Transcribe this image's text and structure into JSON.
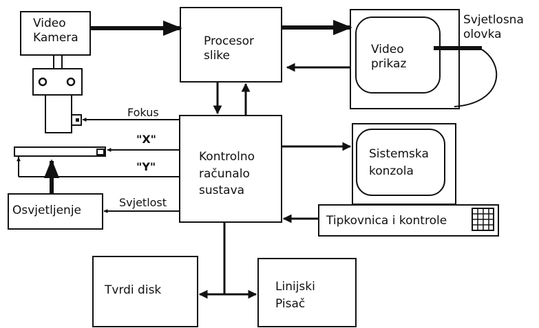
{
  "blocks": {
    "video_camera": [
      "Video",
      "Kamera"
    ],
    "image_processor": [
      "Procesor",
      "slike"
    ],
    "video_display": [
      "Video",
      "prikaz"
    ],
    "light_pen": [
      "Svjetlosna",
      "olovka"
    ],
    "control_computer": [
      "Kontrolno",
      "računalo",
      "sustava"
    ],
    "system_console": [
      "Sistemska",
      "konzola"
    ],
    "keyboard": "Tipkovnica i kontrole",
    "illumination": "Osvjetljenje",
    "hard_disk": "Tvrdi disk",
    "line_printer": [
      "Linijski",
      "Pisač"
    ]
  },
  "signals": {
    "focus": "Fokus",
    "x_axis": "\"X\"",
    "y_axis": "\"Y\"",
    "light": "Svjetlost"
  },
  "colors": {
    "line": "#111111",
    "background": "#ffffff"
  }
}
